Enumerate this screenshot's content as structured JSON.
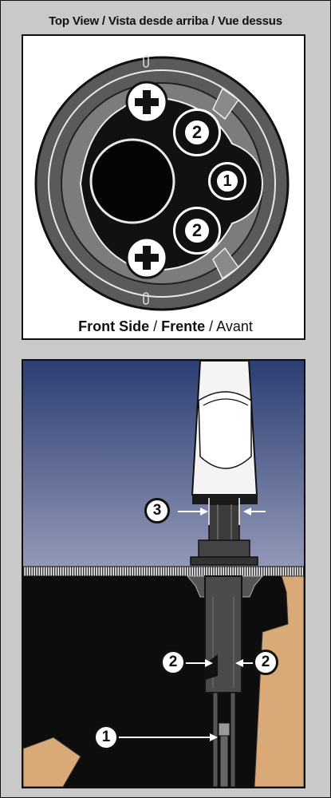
{
  "top_view": {
    "title": "Top View / Vista desde arriba / Vue dessus",
    "front_label_en": "Front Side",
    "sep1": " / ",
    "front_label_es": "Frente",
    "sep2": " / ",
    "front_label_fr": "Avant",
    "callouts": [
      "2",
      "1",
      "2"
    ]
  },
  "side_view": {
    "callouts": [
      "3",
      "2",
      "2",
      "1"
    ]
  },
  "colors": {
    "outer_ring": "#5a5a5a",
    "mid_ring": "#7c7c7c",
    "hole_black": "#111111",
    "sky_top": "#2c3e73",
    "sky_bottom": "#9499b8",
    "counter_black": "#0d0d0d",
    "cabinet_tan": "#d9a978"
  }
}
